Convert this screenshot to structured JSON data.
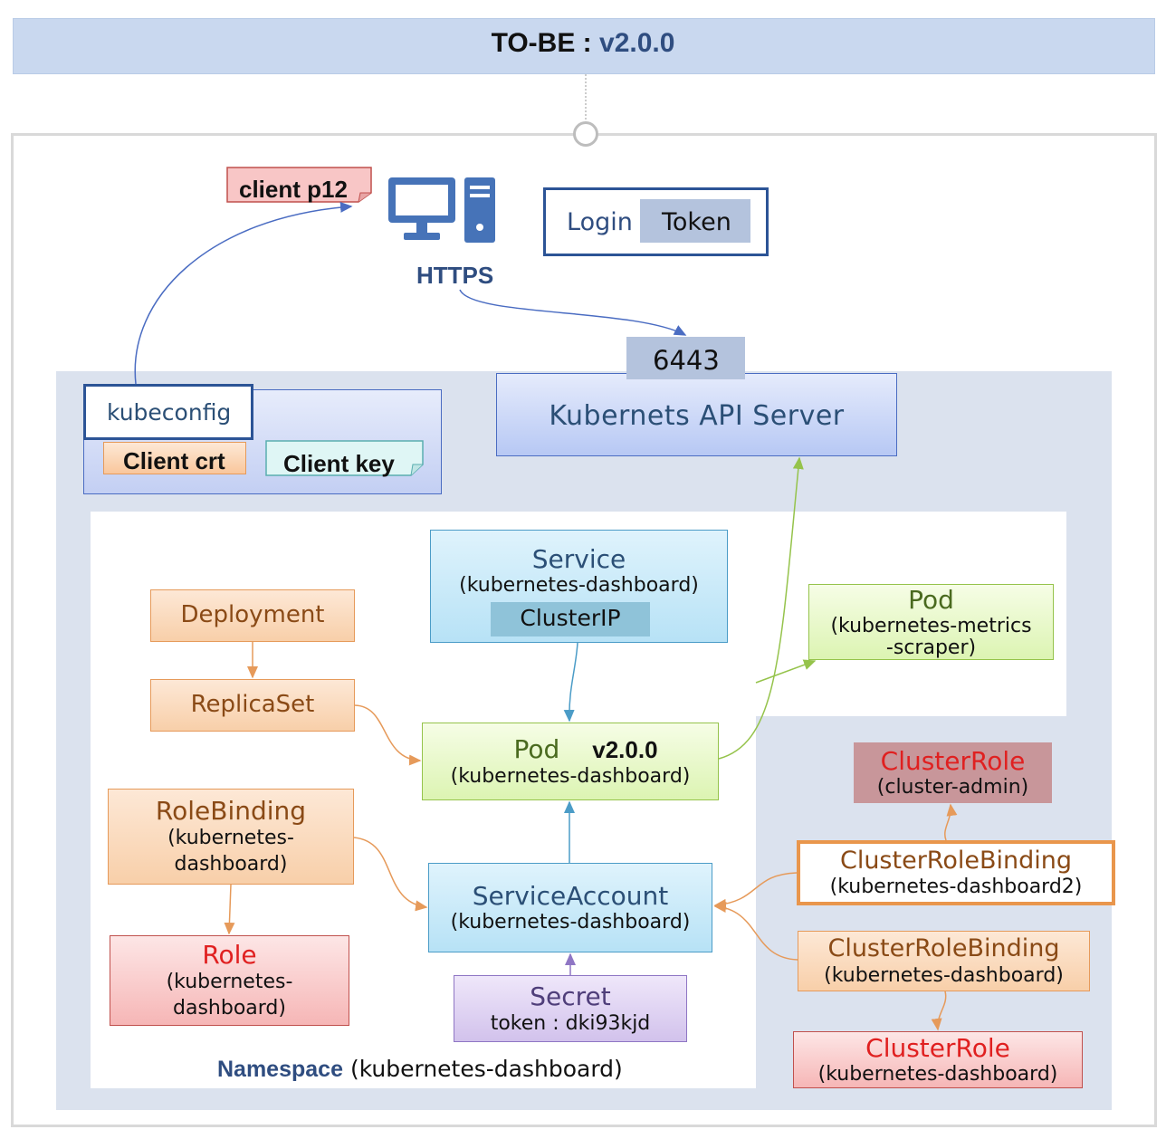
{
  "title": {
    "prefix": "TO-BE : ",
    "version": "v2.0.0"
  },
  "client": {
    "p12_label": "client p12",
    "protocol": "HTTPS",
    "login": {
      "label": "Login",
      "token": "Token"
    }
  },
  "kubeconfig": {
    "label": "kubeconfig",
    "crt": "Client crt",
    "key": "Client key"
  },
  "api_server": {
    "port": "6443",
    "label": "Kubernets API Server"
  },
  "service": {
    "name": "Service",
    "sub": "(kubernetes-dashboard)",
    "type": "ClusterIP"
  },
  "deployment": {
    "name": "Deployment"
  },
  "replicaset": {
    "name": "ReplicaSet"
  },
  "pod_dashboard": {
    "name": "Pod",
    "version": "v2.0.0",
    "sub": "(kubernetes-dashboard)"
  },
  "pod_metrics": {
    "name": "Pod",
    "sub1": "(kubernetes-metrics",
    "sub2": "-scraper)"
  },
  "rolebinding": {
    "name": "RoleBinding",
    "sub1": "(kubernetes-",
    "sub2": "dashboard)"
  },
  "role": {
    "name": "Role",
    "sub1": "(kubernetes-",
    "sub2": "dashboard)"
  },
  "serviceaccount": {
    "name": "ServiceAccount",
    "sub": "(kubernetes-dashboard)"
  },
  "secret": {
    "name": "Secret",
    "sub": "token : dki93kjd"
  },
  "clusterrole_admin": {
    "name": "ClusterRole",
    "sub": "(cluster-admin)"
  },
  "crb2": {
    "name": "ClusterRoleBinding",
    "sub": "(kubernetes-dashboard2)"
  },
  "crb": {
    "name": "ClusterRoleBinding",
    "sub": "(kubernetes-dashboard)"
  },
  "clusterrole_dashboard": {
    "name": "ClusterRole",
    "sub": "(kubernetes-dashboard)"
  },
  "namespace": {
    "label": "Namespace",
    "sub": "(kubernetes-dashboard)"
  },
  "colors": {
    "title_bar": "#c9d8ef",
    "cluster_bg": "#dbe2ee",
    "accent": "#2f4d80"
  }
}
